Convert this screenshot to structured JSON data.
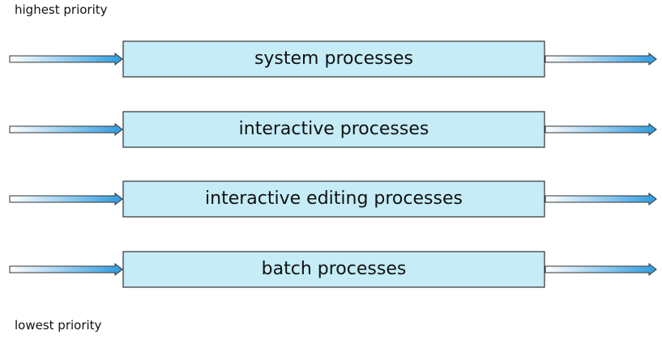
{
  "labels": {
    "highest": "highest priority",
    "lowest": "lowest priority"
  },
  "queues": [
    {
      "label": "system processes"
    },
    {
      "label": "interactive processes"
    },
    {
      "label": "interactive editing processes"
    },
    {
      "label": "batch processes"
    }
  ],
  "colors": {
    "queue_fill": "#c5ecf7",
    "queue_border": "#333333",
    "arrow_start": "#ffffff",
    "arrow_end": "#2e9be0",
    "arrow_border": "#333333"
  }
}
